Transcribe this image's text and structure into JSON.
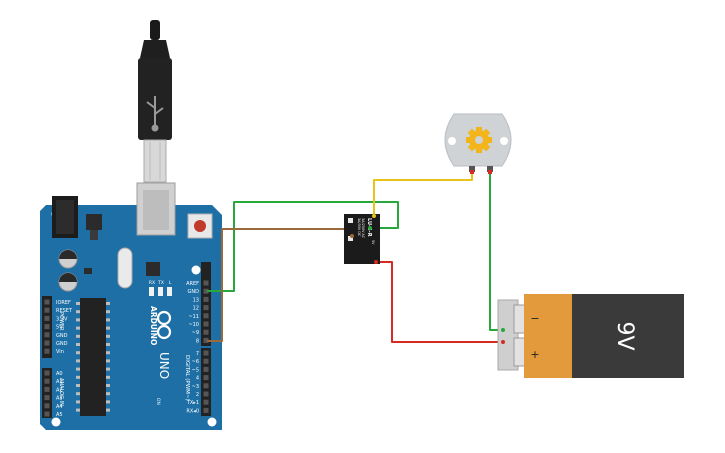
{
  "arduino": {
    "brand": "ARDUINO",
    "model": "UNO",
    "power_header_title": "POWER",
    "analog_header_title": "ANALOG IN",
    "digital_header_title": "DIGITAL (PWM~)",
    "on_label": "ON",
    "led_labels": [
      "L",
      "TX",
      "RX"
    ],
    "power_pins": [
      "IOREF",
      "RESET",
      "3.3V",
      "5V",
      "GND",
      "GND",
      "Vin"
    ],
    "analog_pins": [
      "A0",
      "A1",
      "A2",
      "A3",
      "A4",
      "A5"
    ],
    "digital_pins_top": [
      "AREF",
      "GND",
      "13",
      "12",
      "~11",
      "~10",
      "~9",
      "8"
    ],
    "digital_pins_bottom": [
      "7",
      "~6",
      "~5",
      "4",
      "~3",
      "2",
      "TX▸1",
      "RX◂0"
    ],
    "board_color": "#1d6fa6"
  },
  "relay": {
    "model": "LU-5-R",
    "spec_line_1": "3A/250V AC",
    "spec_line_2": "3A/30V DC",
    "coil_label": "5V"
  },
  "motor": {
    "color": "#cfd3d6",
    "gear_color": "#f2b51c"
  },
  "battery": {
    "label": "9V",
    "negative_symbol": "−",
    "positive_symbol": "+",
    "body_color": "#3a3a3a",
    "label_color": "#e39a3c"
  },
  "wires": [
    {
      "from": "arduino GND",
      "to": "relay",
      "color": "#27a83a"
    },
    {
      "from": "arduino pin 8",
      "to": "relay",
      "color": "#9b6a3c"
    },
    {
      "from": "relay",
      "to": "motor",
      "color": "#e8c319"
    },
    {
      "from": "motor",
      "to": "battery -",
      "color": "#27a83a"
    },
    {
      "from": "relay",
      "to": "battery +",
      "color": "#d72a24"
    }
  ]
}
